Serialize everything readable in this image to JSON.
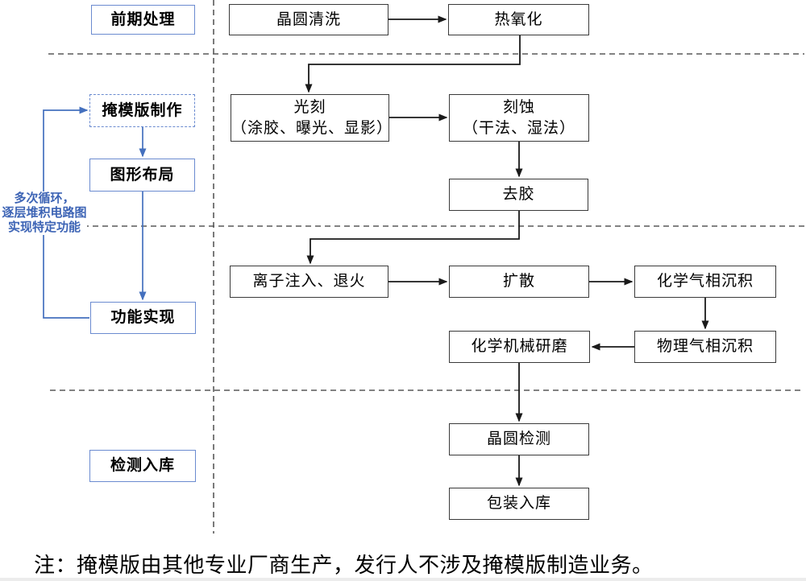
{
  "colors": {
    "blue_accent": "#4470be",
    "blue_border": "#6b8bd0",
    "box_border": "#3a3a3a",
    "divider_gray": "#595959"
  },
  "stages": {
    "preprocess": "前期处理",
    "mask_making": "掩模版制作",
    "pattern_layout": "图形布局",
    "function_realization": "功能实现",
    "inspection_storage": "检测入库"
  },
  "annotation": {
    "line1": "多次循环，",
    "line2": "逐层堆积电路图",
    "line3": "实现特定功能"
  },
  "nodes": {
    "wafer_cleaning": "晶圆清洗",
    "thermal_oxidation": "热氧化",
    "lithography_line1": "光刻",
    "lithography_line2": "（涂胶、曝光、显影）",
    "etching_line1": "刻蚀",
    "etching_line2": "（干法、湿法）",
    "resist_stripping": "去胶",
    "ion_implant_anneal": "离子注入、退火",
    "diffusion": "扩散",
    "cvd": "化学气相沉积",
    "pvd": "物理气相沉积",
    "cmp": "化学机械研磨",
    "wafer_inspection": "晶圆检测",
    "packaging_storage": "包装入库"
  },
  "footnote": "注：掩模版由其他专业厂商生产，发行人不涉及掩模版制造业务。"
}
